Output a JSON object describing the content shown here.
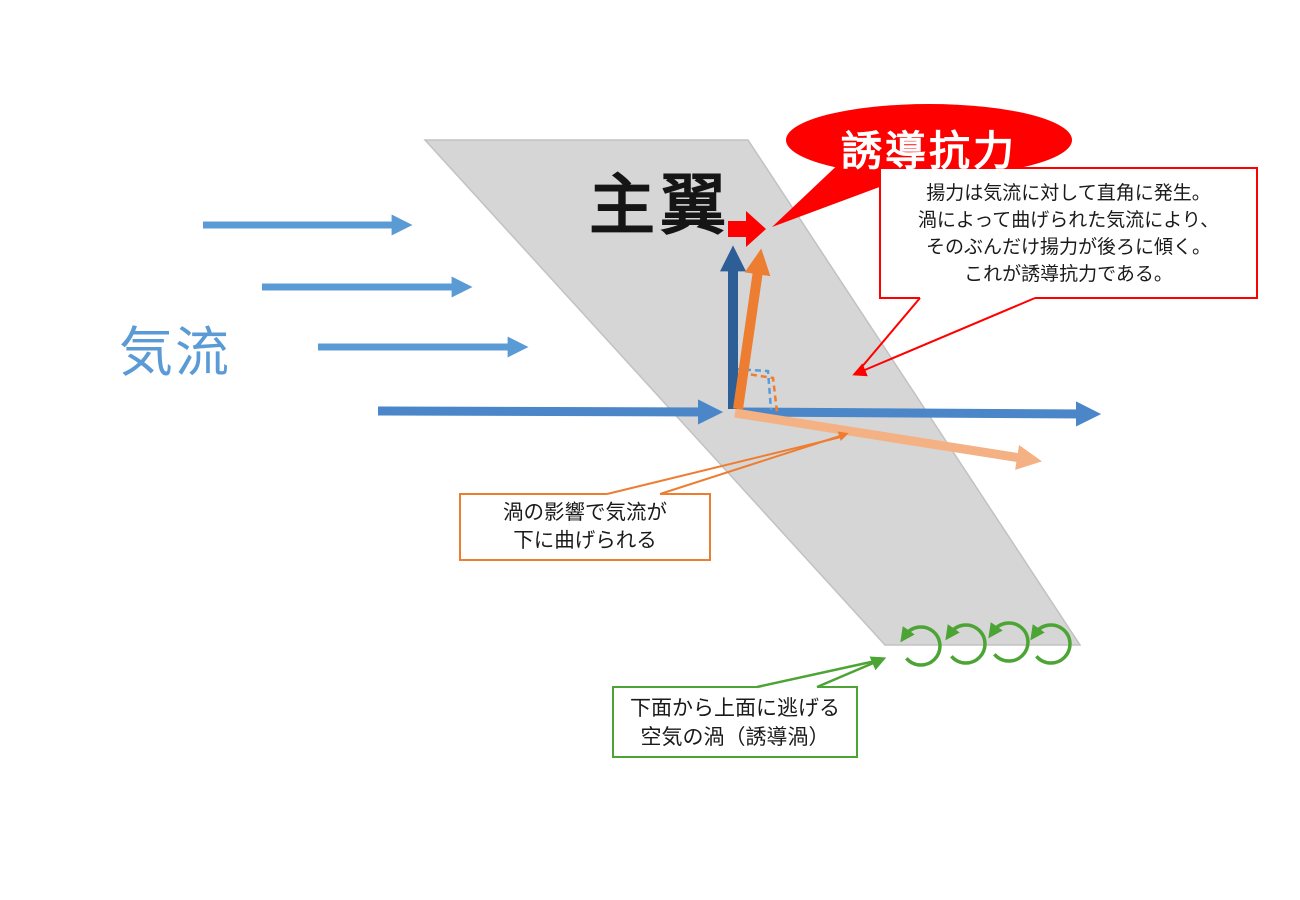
{
  "labels": {
    "airflow": "気流",
    "wing": "主翼",
    "induced_drag": "誘導抗力"
  },
  "callouts": {
    "lift_explanation": {
      "lines": [
        "揚力は気流に対して直角に発生。",
        "渦によって曲げられた気流により、",
        "そのぶんだけ揚力が後ろに傾く。",
        "これが誘導抗力である。"
      ]
    },
    "downwash": {
      "lines": [
        "渦の影響で気流が",
        "下に曲げられる"
      ]
    },
    "vortex": {
      "lines": [
        "下面から上面に逃げる",
        "空気の渦（誘導渦）"
      ]
    }
  },
  "colors": {
    "airflow_blue": "#5B9BD5",
    "flow_main_blue": "#4A86C8",
    "lift_blue": "#2E5E96",
    "tilted_lift_orange": "#ED7D31",
    "deflected_flow_salmon": "#F4B183",
    "drag_red": "#FF0000",
    "vortex_green": "#4CA434",
    "wing_gray": "#D6D6D6"
  }
}
